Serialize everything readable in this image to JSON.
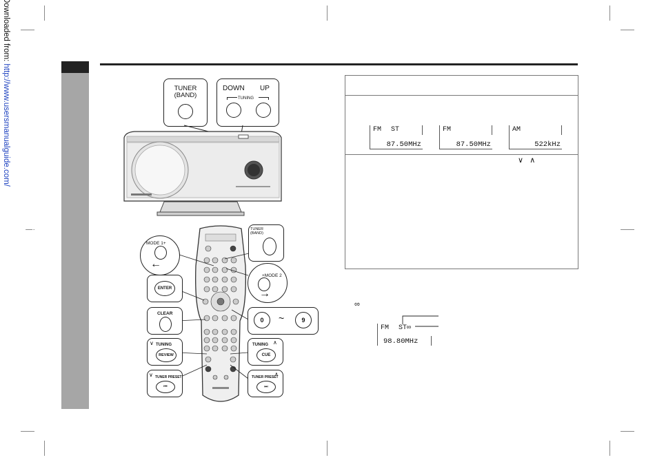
{
  "watermark": {
    "prefix": "Downloaded from: ",
    "url": "http://www.usersmanualguide.com/"
  },
  "sidebar": {
    "title": "Bediening voor radio",
    "subtitle": "- Luisteren naar de radio -"
  },
  "unit_panel": {
    "tuner_label": "TUNER\n(BAND)",
    "down_label": "DOWN",
    "up_label": "UP",
    "tuning_label": "TUNING"
  },
  "remote_callouts": {
    "tuner_band": "TUNER\n(BAND)",
    "mode1": "MODE 1+",
    "mode2": "+MODE 2",
    "enter": "ENTER",
    "clear": "CLEAR",
    "digit_0": "0",
    "tilde": "~",
    "digit_9": "9",
    "tuning_down": "TUNING",
    "review": "REVIEW",
    "tuning_up": "TUNING",
    "cue": "CUE",
    "tuner_preset_down": "TUNER PRESET",
    "tuner_preset_up": "TUNER PRESET"
  },
  "displays": [
    {
      "band": "FM",
      "stereo": "ST",
      "freq": "87.50MHz"
    },
    {
      "band": "FM",
      "stereo": "",
      "freq": "87.50MHz"
    },
    {
      "band": "AM",
      "stereo": "",
      "freq": "522kHz"
    }
  ],
  "panel": {
    "arrows": "∨   ∧"
  },
  "stereo_example": {
    "symbol": "∞",
    "band": "FM",
    "stereo": "ST∞",
    "freq": "98.80MHz"
  }
}
